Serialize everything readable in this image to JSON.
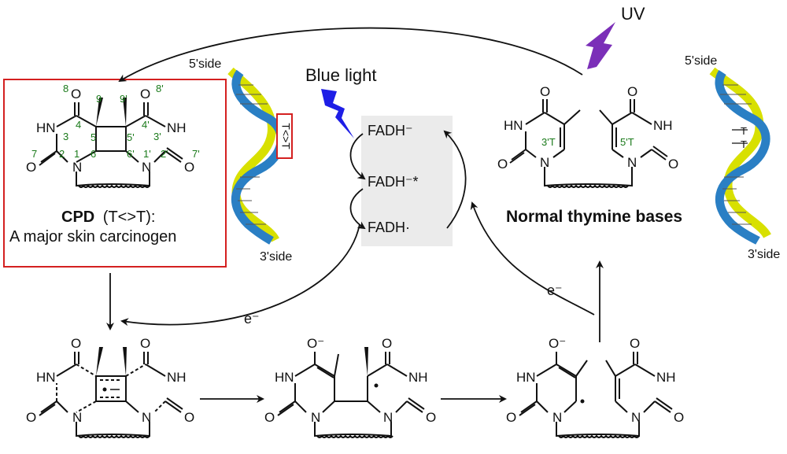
{
  "labels": {
    "uv": "UV",
    "blue_light": "Blue light",
    "fadh_minus": "FADH⁻",
    "fadh_excited": "FADH⁻*",
    "fadh_radical": "FADH·",
    "cpd_name": "CPD",
    "cpd_notation": "(T<>T):",
    "cpd_desc": "A major skin carcinogen",
    "normal_bases": "Normal thymine bases",
    "electron_left": "e⁻",
    "electron_right": "e⁻",
    "dna_left_5": "5'side",
    "dna_left_3": "3'side",
    "dna_right_5": "5'side",
    "dna_right_3": "3'side",
    "dimer_mark": "T<>T",
    "thymine_mark_1": "T",
    "thymine_mark_2": "T",
    "base_3T": "3'T",
    "base_5T": "5'T"
  },
  "atoms": {
    "O": "O",
    "HN": "HN",
    "NH": "NH",
    "N": "N",
    "O_minus": "O⁻"
  },
  "numbering": [
    "8",
    "9",
    "9'",
    "8'",
    "3",
    "4",
    "5",
    "5'",
    "4'",
    "3'",
    "7",
    "2",
    "1",
    "6",
    "6'",
    "1'",
    "2'",
    "7'"
  ],
  "colors": {
    "red_box": "#d42020",
    "uv_bolt": "#7b2fb8",
    "blue_bolt": "#1e1ee6",
    "dna_blue": "#2a7fc4",
    "dna_yellow": "#d8e000",
    "fad_box": "#ebebeb",
    "numbering": "#1a7a1a"
  }
}
